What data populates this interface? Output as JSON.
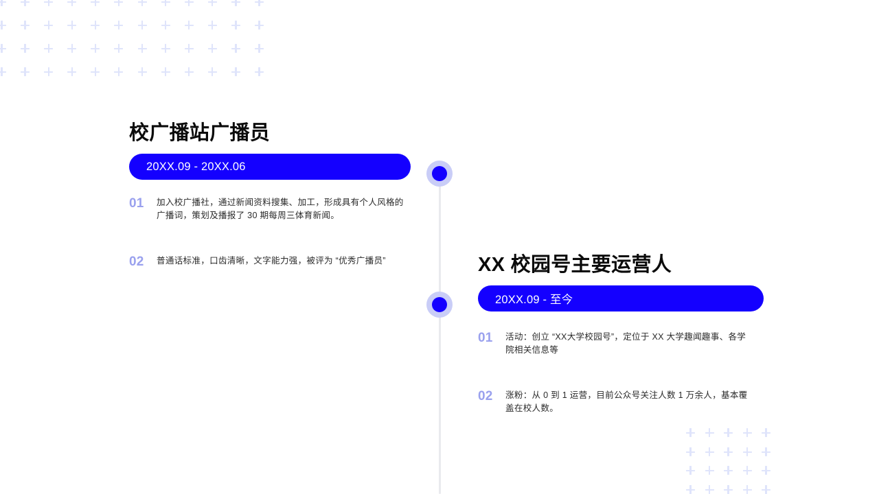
{
  "slide": {
    "background_color": "#ffffff",
    "accent_color": "#1400ff",
    "muted_accent_color": "#9aa1ee",
    "halo_color": "#c9cdf7",
    "line_color": "#e9eaee",
    "pattern_color": "#dfe4fb"
  },
  "timeline": {
    "dot_1_label": "timeline-marker-1",
    "dot_2_label": "timeline-marker-2"
  },
  "blocks": [
    {
      "title": "校广播站广播员",
      "date_range": "20XX.09 - 20XX.06",
      "bullets": [
        {
          "index": "01",
          "text": "加入校广播社，通过新闻资料搜集、加工，形成具有个人风格的广播词，策划及播报了 30 期每周三体育新闻。"
        },
        {
          "index": "02",
          "text": "普通话标准，口齿清晰，文字能力强，被评为 “优秀广播员”"
        }
      ]
    },
    {
      "title": "XX 校园号主要运营人",
      "date_range": "20XX.09 - 至今",
      "bullets": [
        {
          "index": "01",
          "text": "活动：创立 “XX大学校园号”，定位于 XX 大学趣闻趣事、各学院相关信息等"
        },
        {
          "index": "02",
          "text": "涨粉：从 0 到 1 运营，目前公众号关注人数 1 万余人，基本覆盖在校人数。"
        }
      ]
    }
  ],
  "decorations": {
    "top_left_pattern": "plus-grid-pattern",
    "bottom_right_pattern": "plus-grid-pattern"
  }
}
